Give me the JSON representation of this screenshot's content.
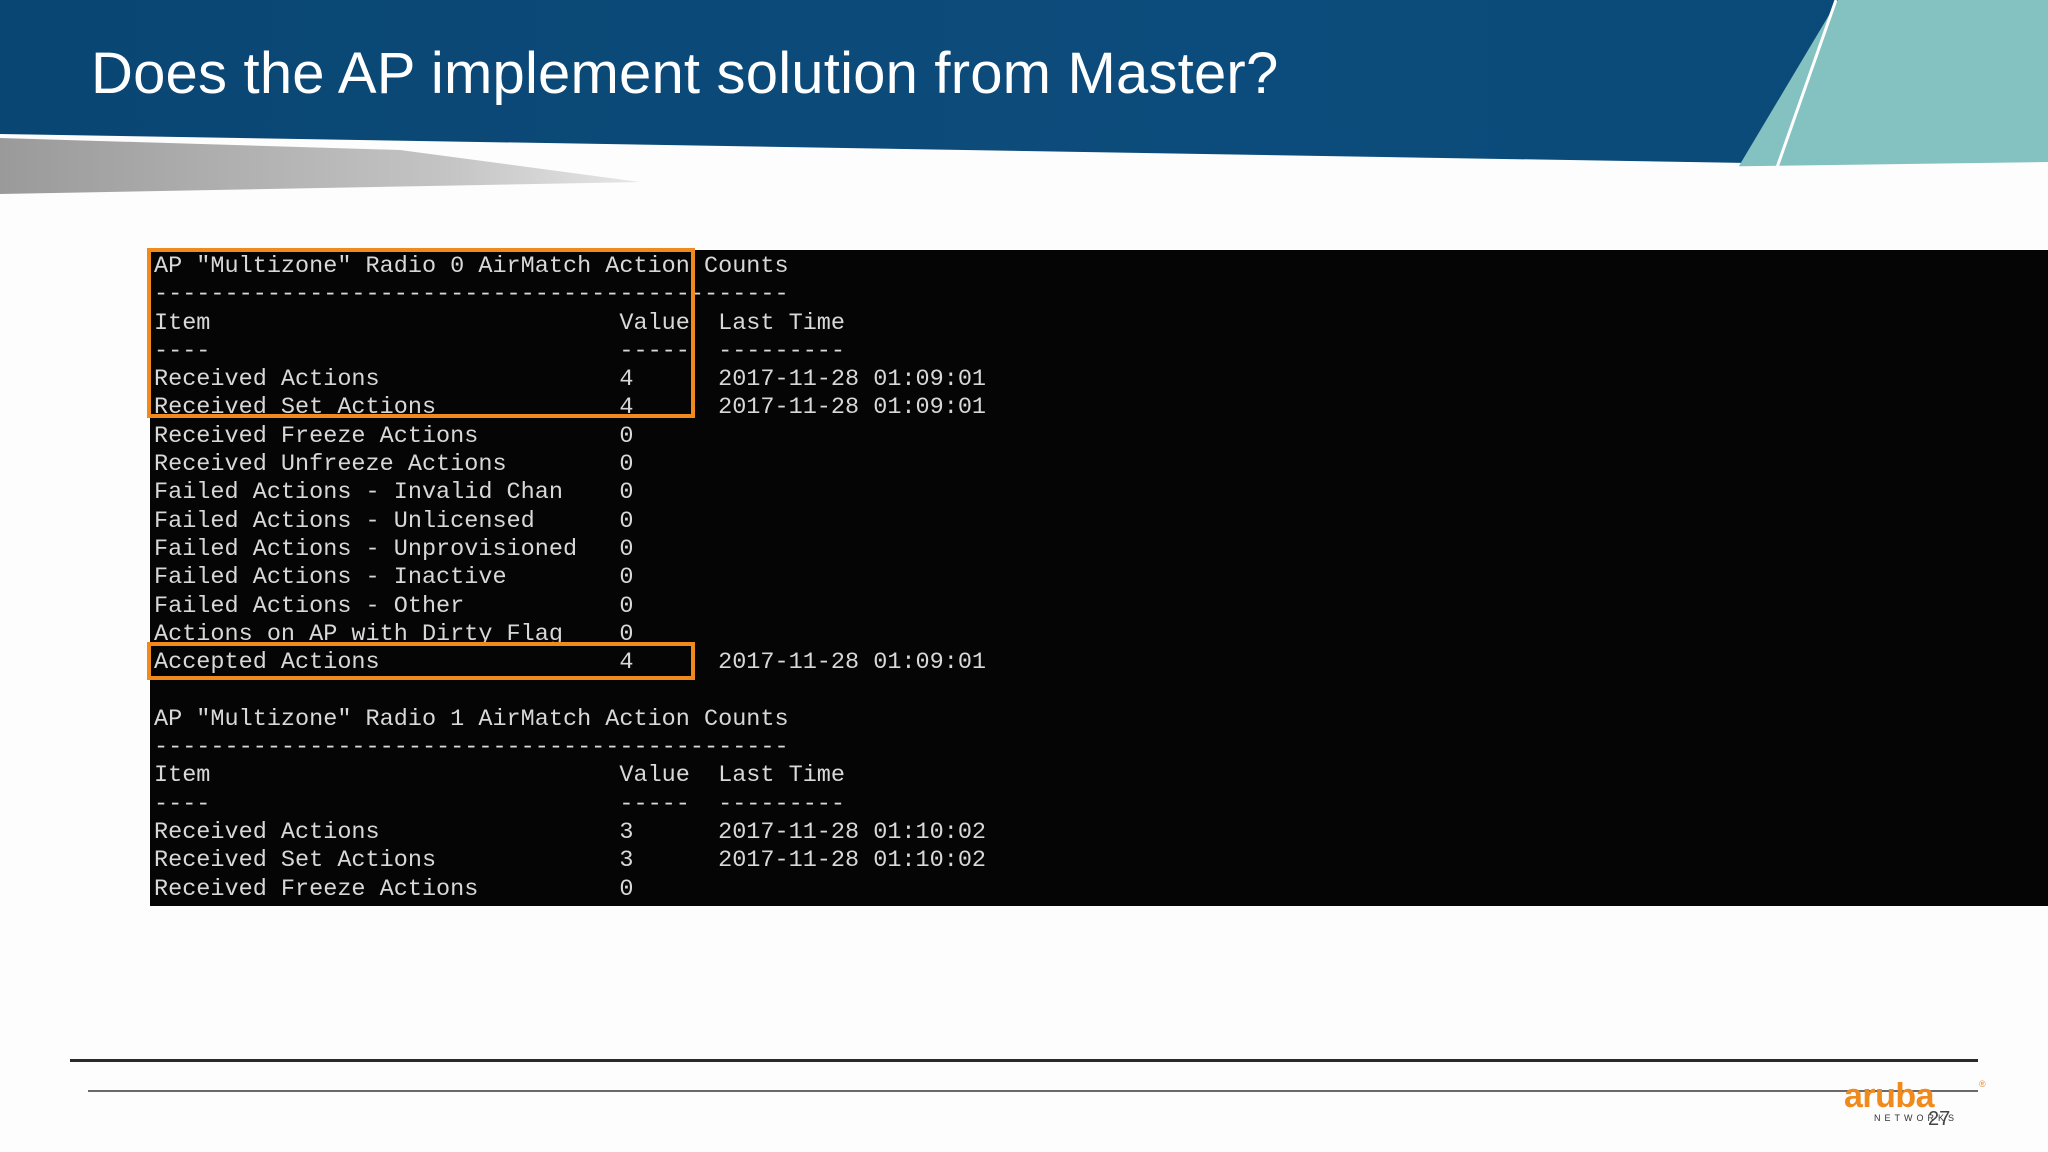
{
  "slide": {
    "title": "Does the AP implement solution from Master?",
    "page_number": "27"
  },
  "terminal": {
    "lines": [
      "AP \"Multizone\" Radio 0 AirMatch Action Counts",
      "---------------------------------------------",
      "Item                             Value  Last Time",
      "----                             -----  ---------",
      "Received Actions                 4      2017-11-28 01:09:01",
      "Received Set Actions             4      2017-11-28 01:09:01",
      "Received Freeze Actions          0",
      "Received Unfreeze Actions        0",
      "Failed Actions - Invalid Chan    0",
      "Failed Actions - Unlicensed      0",
      "Failed Actions - Unprovisioned   0",
      "Failed Actions - Inactive        0",
      "Failed Actions - Other           0",
      "Actions on AP with Dirty Flag    0",
      "Accepted Actions                 4      2017-11-28 01:09:01",
      "",
      "AP \"Multizone\" Radio 1 AirMatch Action Counts",
      "---------------------------------------------",
      "Item                             Value  Last Time",
      "----                             -----  ---------",
      "Received Actions                 3      2017-11-28 01:10:02",
      "Received Set Actions             3      2017-11-28 01:10:02",
      "Received Freeze Actions          0"
    ]
  },
  "brand": {
    "logo_word": "aruba",
    "logo_sub": "NETWORKS",
    "logo_mark": "®",
    "logo_color": "#f08a1c"
  },
  "colors": {
    "header_blue": "#0b4a7a",
    "header_teal": "#84c1c1",
    "header_gray": "#a3a3a3",
    "terminal_bg": "#050505",
    "terminal_text": "#d8d8d8",
    "highlight": "#f08a1c"
  }
}
